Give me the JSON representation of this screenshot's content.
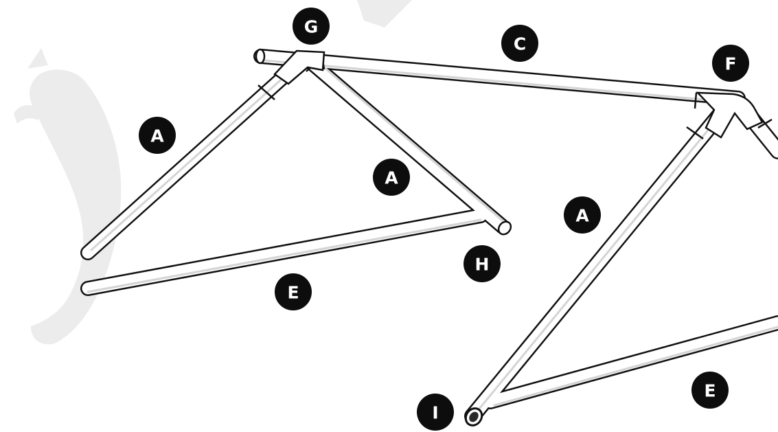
{
  "parts": [
    {
      "id": "label-a-1",
      "letter": "A"
    },
    {
      "id": "label-a-2",
      "letter": "A"
    },
    {
      "id": "label-a-3",
      "letter": "A"
    },
    {
      "id": "label-c",
      "letter": "C"
    },
    {
      "id": "label-e-1",
      "letter": "E"
    },
    {
      "id": "label-e-2",
      "letter": "E"
    },
    {
      "id": "label-f",
      "letter": "F"
    },
    {
      "id": "label-g",
      "letter": "G"
    },
    {
      "id": "label-h",
      "letter": "H"
    },
    {
      "id": "label-i",
      "letter": "I"
    }
  ],
  "colors": {
    "line": "#111111",
    "label_fill": "#0d0d0d",
    "label_text": "#ffffff",
    "watermark": "#ececec"
  }
}
